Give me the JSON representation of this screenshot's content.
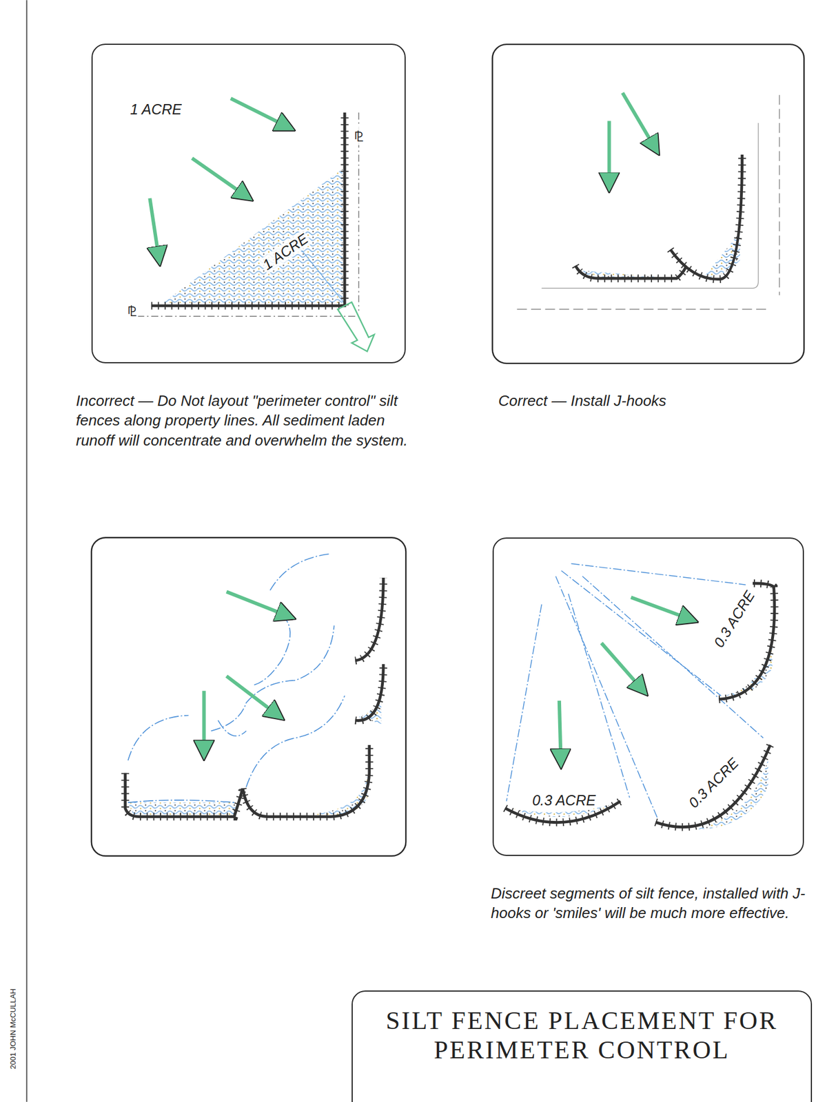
{
  "diagram": {
    "title": "SILT FENCE PLACEMENT FOR PERIMETER CONTROL",
    "nodes": [
      {
        "text": [
          "1 ACRE",
          "1 ACRE",
          "⅊",
          "⅊"
        ]
      },
      {
        "text": [
          "0.3 ACRE",
          "0.3 ACRE",
          "0.3 ACRE"
        ]
      },
      {
        "text": [
          "SILT FENCE PLACEMENT FOR PERIMETER CONTROL"
        ]
      }
    ],
    "labels": [
      "Incorrect — Do Not layout \"perimeter control\" silt fences along property lines. All sediment laden runoff will concentrate and overwhelm the system.",
      "Correct — Install J-hooks",
      "Discreet segments of silt fence, installed with J-hooks or 'smiles' will be much more effective.",
      "2001 JOHN McCULLAH"
    ]
  }
}
